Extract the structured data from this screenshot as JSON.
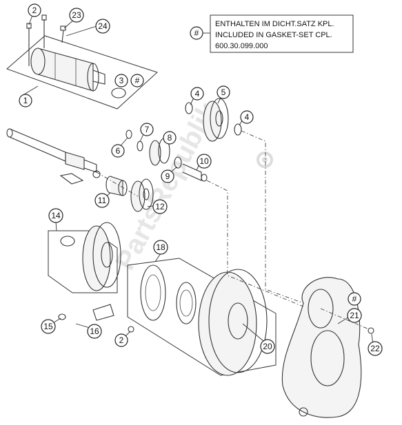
{
  "note": {
    "symbol": "#",
    "lines": [
      "ENTHALTEN IM DICHT.SATZ KPL.",
      "INCLUDED IN GASKET-SET CPL.",
      "600.30.099.000"
    ]
  },
  "watermark": "PartsRepublik",
  "callouts": [
    {
      "id": "c1",
      "label": "1"
    },
    {
      "id": "c2a",
      "label": "2"
    },
    {
      "id": "c2b",
      "label": "2"
    },
    {
      "id": "c3",
      "label": "3"
    },
    {
      "id": "c3hash",
      "label": "#"
    },
    {
      "id": "c4a",
      "label": "4"
    },
    {
      "id": "c4b",
      "label": "4"
    },
    {
      "id": "c5",
      "label": "5"
    },
    {
      "id": "c6",
      "label": "6"
    },
    {
      "id": "c7",
      "label": "7"
    },
    {
      "id": "c8",
      "label": "8"
    },
    {
      "id": "c9",
      "label": "9"
    },
    {
      "id": "c10",
      "label": "10"
    },
    {
      "id": "c11",
      "label": "11"
    },
    {
      "id": "c12",
      "label": "12"
    },
    {
      "id": "c14",
      "label": "14"
    },
    {
      "id": "c15",
      "label": "15"
    },
    {
      "id": "c16",
      "label": "16"
    },
    {
      "id": "c18",
      "label": "18"
    },
    {
      "id": "c20",
      "label": "20"
    },
    {
      "id": "c21",
      "label": "21"
    },
    {
      "id": "c21hash",
      "label": "#"
    },
    {
      "id": "c22",
      "label": "22"
    },
    {
      "id": "c23",
      "label": "23"
    },
    {
      "id": "c24",
      "label": "24"
    }
  ]
}
